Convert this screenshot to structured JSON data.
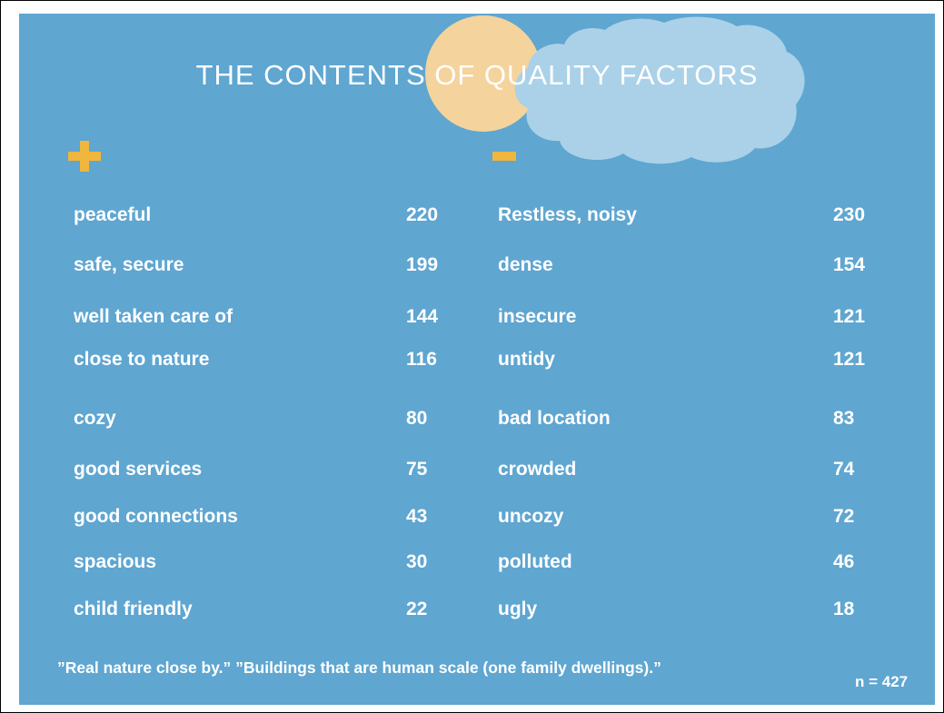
{
  "slide": {
    "title": "THE CONTENTS OF QUALITY FACTORS",
    "colors": {
      "background": "#5fa6d1",
      "sun": "#f4d39c",
      "cloud": "#aad1e8",
      "sign": "#f0b63d",
      "text": "#ffffff"
    },
    "positive": [
      {
        "label": "peaceful",
        "count": "220"
      },
      {
        "label": "safe, secure",
        "count": "199"
      },
      {
        "label": "well taken care of",
        "count": "144"
      },
      {
        "label": "close to nature",
        "count": "116"
      },
      {
        "label": "cozy",
        "count": "80"
      },
      {
        "label": "good services",
        "count": "75"
      },
      {
        "label": "good connections",
        "count": "43"
      },
      {
        "label": "spacious",
        "count": "30"
      },
      {
        "label": "child friendly",
        "count": "22"
      }
    ],
    "negative": [
      {
        "label": "Restless, noisy",
        "count": "230"
      },
      {
        "label": "dense",
        "count": "154"
      },
      {
        "label": "insecure",
        "count": "121"
      },
      {
        "label": "untidy",
        "count": "121"
      },
      {
        "label": "bad location",
        "count": "83"
      },
      {
        "label": "crowded",
        "count": "74"
      },
      {
        "label": "uncozy",
        "count": "72"
      },
      {
        "label": "polluted",
        "count": "46"
      },
      {
        "label": "ugly",
        "count": "18"
      }
    ],
    "quote": "”Real nature close by.”  ”Buildings that are human scale (one family dwellings).”",
    "sample_size": "n = 427"
  }
}
